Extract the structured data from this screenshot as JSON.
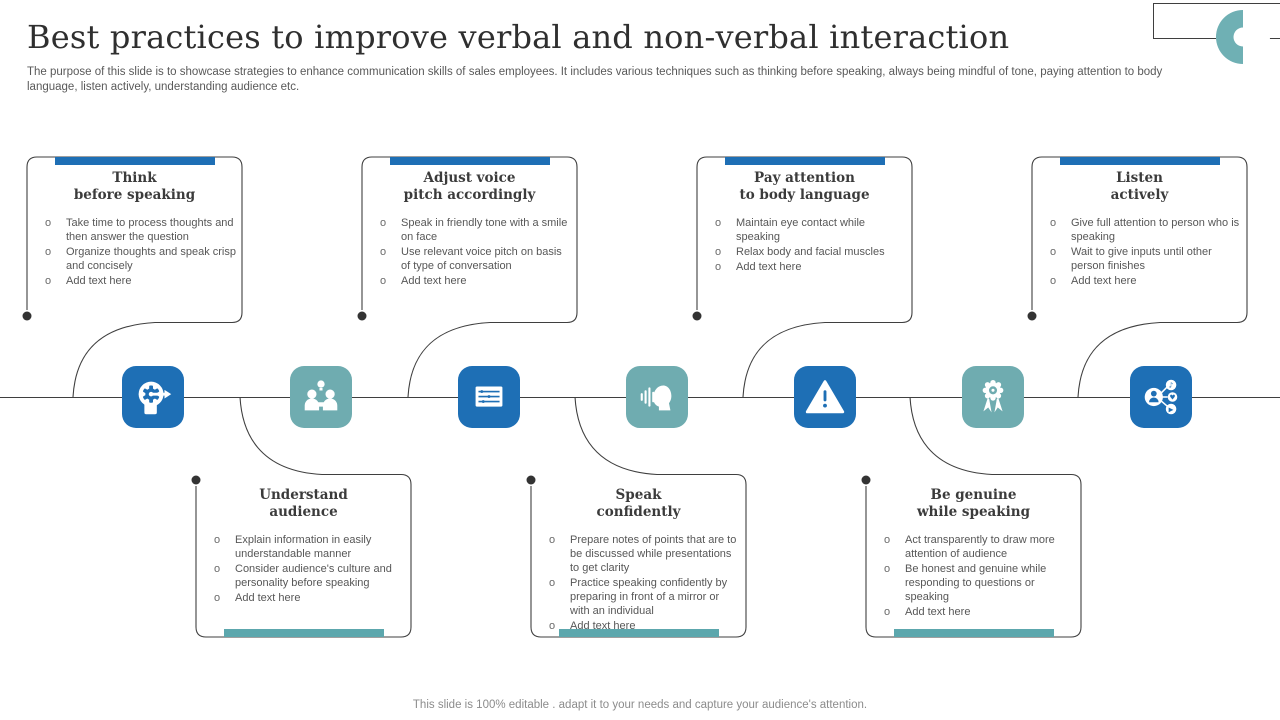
{
  "slide": {
    "title": "Best practices to improve verbal and non-verbal interaction",
    "subtitle": "The purpose of this slide is to showcase strategies to enhance communication skills of sales employees. It includes various techniques such as thinking before speaking, always being mindful of tone, paying attention to body language, listen actively, understanding audience etc.",
    "footer": "This slide is 100% editable . adapt it to your needs and capture your audience's attention."
  },
  "colors": {
    "blue": "#1E6FB5",
    "teal": "#6FACB0",
    "teal_bar": "#5CA7AD",
    "outline": "#3F3F3F",
    "dot": "#333333",
    "crescent": "#6FB0B4",
    "title_text": "#2F2F2F",
    "body_text": "#595959",
    "footer_text": "#8C8C8C"
  },
  "misc": {
    "bullet_marker": "o"
  },
  "items": [
    {
      "side": "top",
      "tone": "blue",
      "icon": "thinking-head-gear-icon",
      "title": "Think\nbefore speaking",
      "bullets": [
        "Take time to process thoughts and then answer the question",
        "Organize thoughts and speak crisp and concisely",
        "Add text here"
      ]
    },
    {
      "side": "bottom",
      "tone": "teal",
      "icon": "audience-people-icon",
      "title": "Understand\naudience",
      "bullets": [
        "Explain information in easily understandable manner",
        "Consider audience's culture and personality before speaking",
        "Add text here"
      ]
    },
    {
      "side": "top",
      "tone": "blue",
      "icon": "notes-board-icon",
      "title": "Adjust voice\npitch accordingly",
      "bullets": [
        "Speak in friendly tone with a smile on face",
        "Use relevant voice pitch on basis of type of conversation",
        "Add text here"
      ]
    },
    {
      "side": "bottom",
      "tone": "teal",
      "icon": "speaking-face-icon",
      "title": "Speak\nconfidently",
      "bullets": [
        "Prepare notes of points that are to be discussed while presentations to get clarity",
        "Practice speaking confidently by preparing in front of a mirror or with an individual",
        "Add text here"
      ]
    },
    {
      "side": "top",
      "tone": "blue",
      "icon": "warning-triangle-icon",
      "title": "Pay attention\nto body language",
      "bullets": [
        "Maintain eye contact while speaking",
        "Relax body and facial muscles",
        "Add text here"
      ]
    },
    {
      "side": "bottom",
      "tone": "teal",
      "icon": "award-ribbon-icon",
      "title": "Be genuine\nwhile speaking",
      "bullets": [
        "Act transparently to draw more attention of audience",
        "Be honest and genuine while responding to questions or speaking",
        "Add text here"
      ]
    },
    {
      "side": "top",
      "tone": "blue",
      "icon": "share-media-icon",
      "title": "Listen\nactively",
      "bullets": [
        "Give full attention to person who is speaking",
        "Wait to give inputs until other person finishes",
        "Add text here"
      ]
    }
  ]
}
